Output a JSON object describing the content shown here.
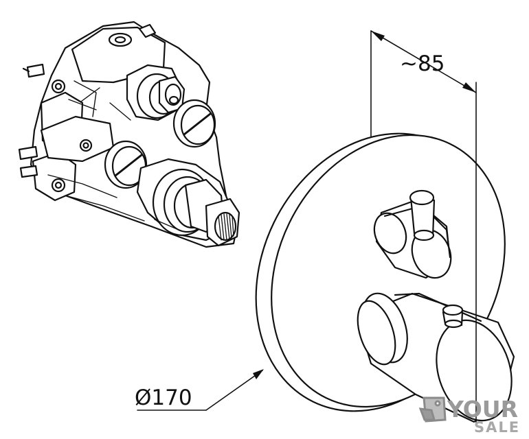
{
  "dimensions": {
    "depth": "~85",
    "diameter": "Ø170"
  },
  "watermark": {
    "word_top": "YOUR",
    "word_bottom": "SALE",
    "color": "#9a9a9a"
  },
  "colors": {
    "line": "#111111",
    "background": "#ffffff"
  }
}
